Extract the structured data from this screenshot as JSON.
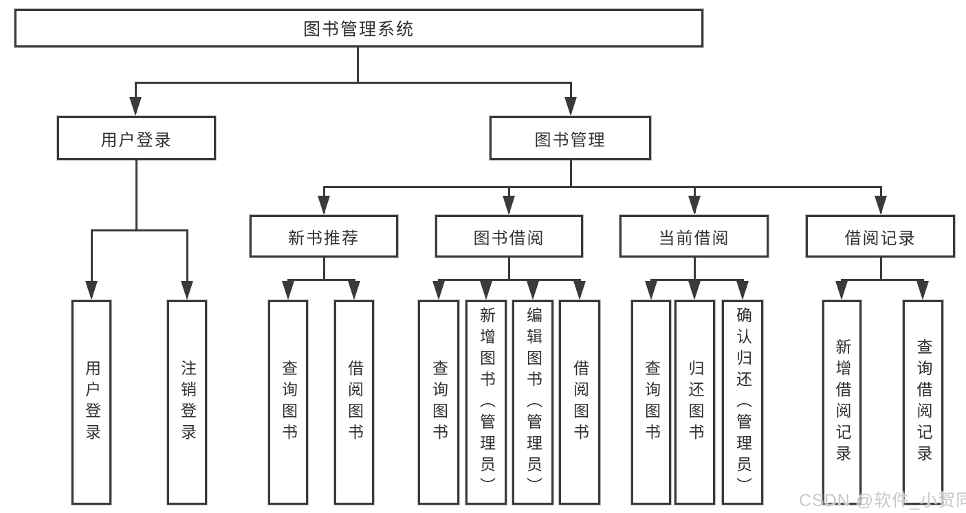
{
  "tree": {
    "root_label": "图书管理系统",
    "user_login": {
      "label": "用户登录",
      "children": {
        "login": "用户登录",
        "logout": "注销登录"
      }
    },
    "book_management": {
      "label": "图书管理",
      "new_book_recommend": {
        "label": "新书推荐",
        "children": {
          "query_books": "查询图书",
          "borrow_books": "借阅图书"
        }
      },
      "book_borrow": {
        "label": "图书借阅",
        "children": {
          "query_books": "查询图书",
          "add_books": "新增图书（管理员）",
          "edit_books": "编辑图书（管理员）",
          "borrow_books": "借阅图书"
        }
      },
      "current_borrow": {
        "label": "当前借阅",
        "children": {
          "query_books": "查询图书",
          "return_books": "归还图书",
          "confirm_return": "确认归还（管理员）"
        }
      },
      "borrow_records": {
        "label": "借阅记录",
        "children": {
          "add_record": "新增借阅记录",
          "query_record": "查询借阅记录"
        }
      }
    }
  },
  "watermark": {
    "text": "CSDN @软件_小贺同学"
  },
  "colors": {
    "line": "#3a3a3a",
    "text": "#303030",
    "watermark": "#c9c9c9",
    "background": "#ffffff"
  }
}
